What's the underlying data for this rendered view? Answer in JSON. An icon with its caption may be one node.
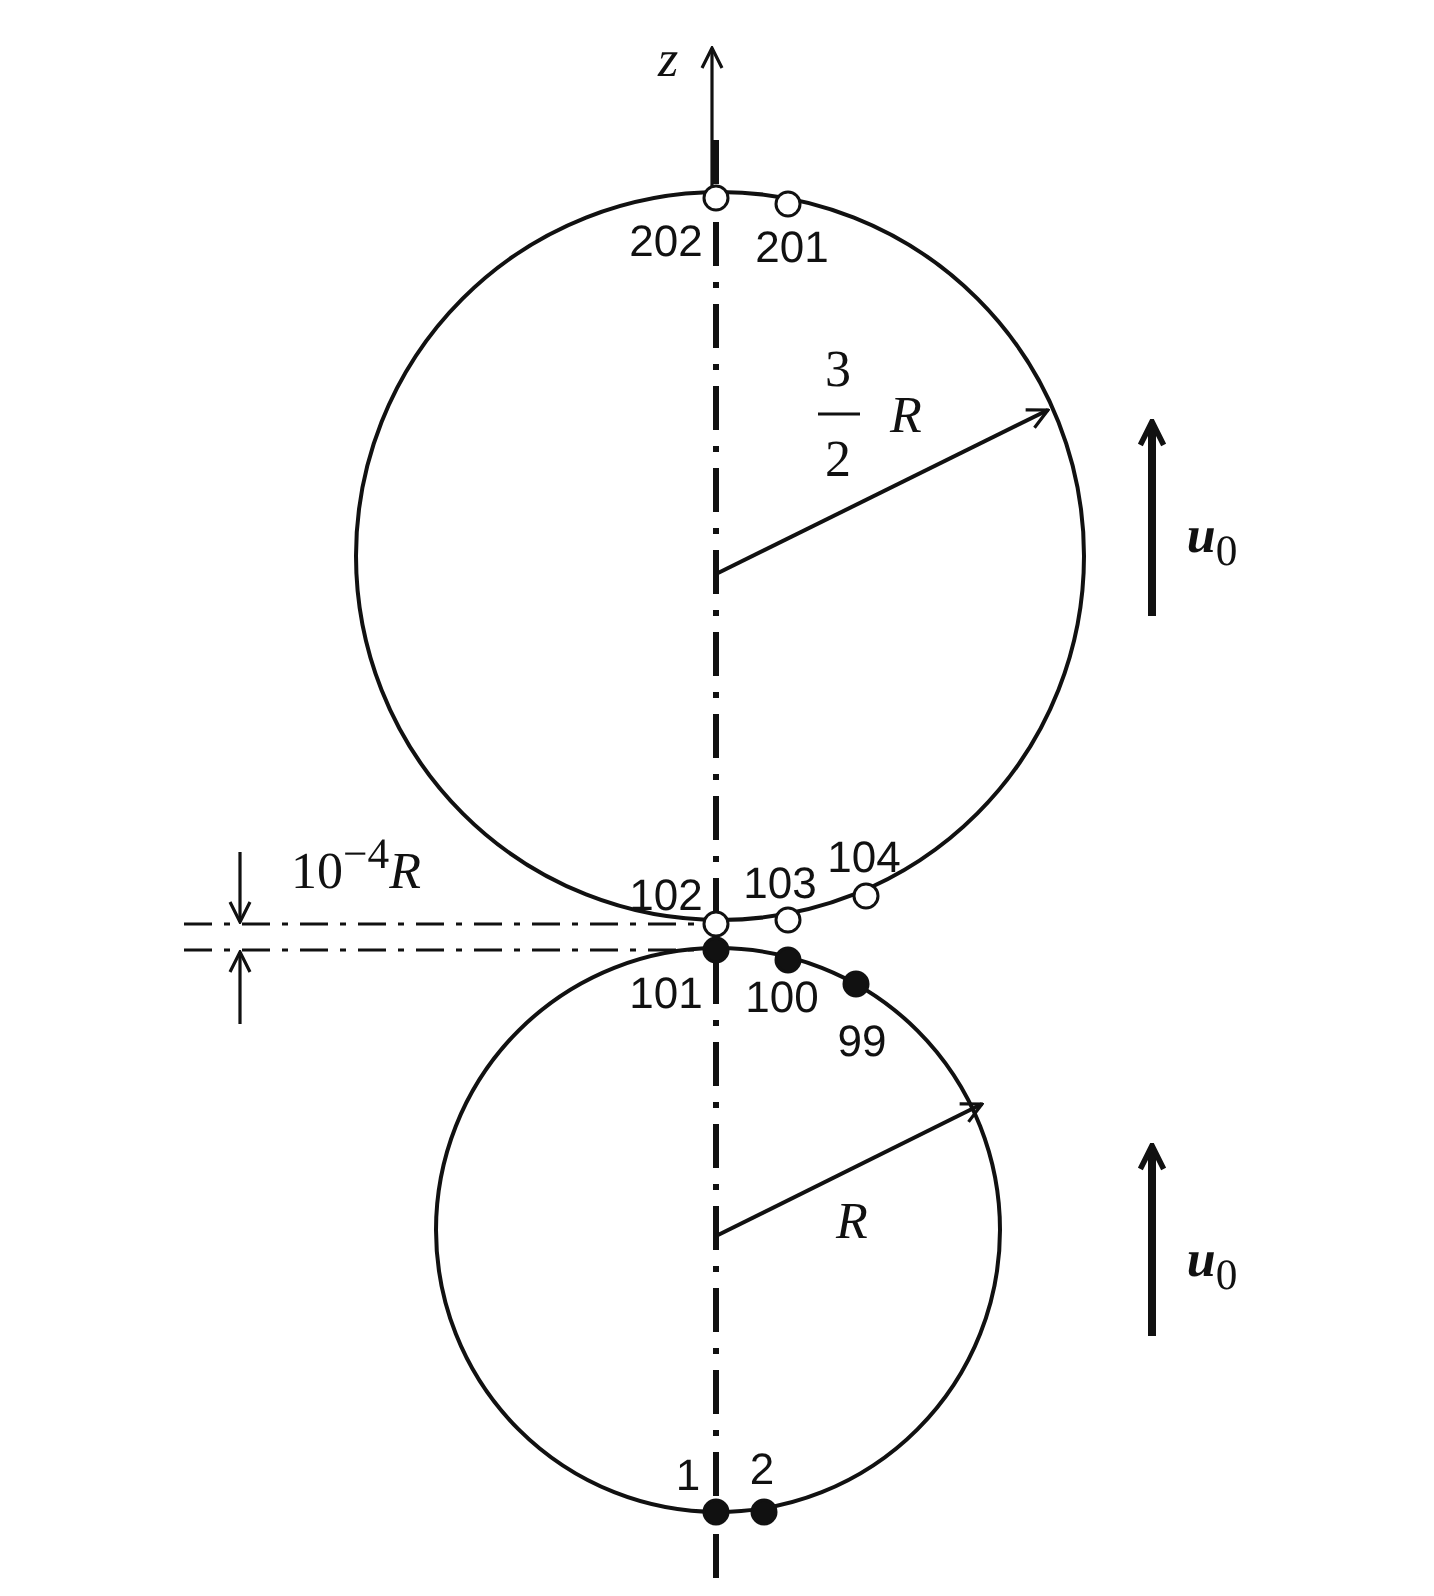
{
  "diagram": {
    "labels": [
      "z",
      "202",
      "201",
      "3",
      "2",
      "R",
      "**u**$_{0}$",
      "10$^{−4}$*R*",
      "102",
      "103",
      "104",
      "101",
      "100",
      "99",
      "R",
      "**u**$_{0}$",
      "1",
      "2"
    ]
  }
}
